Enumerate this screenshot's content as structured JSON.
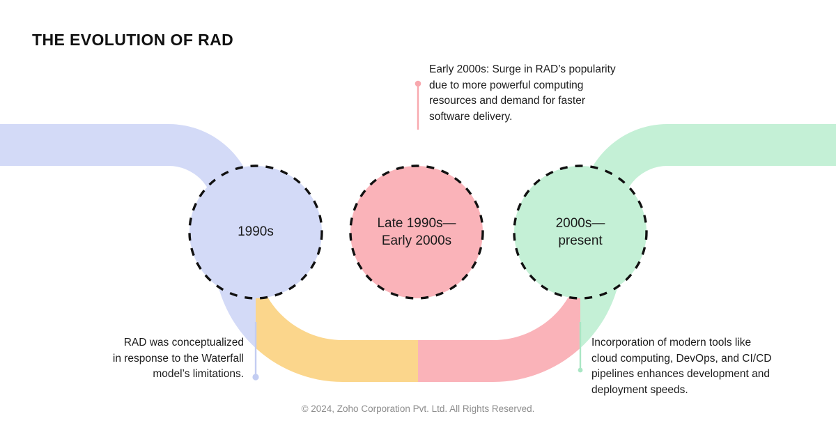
{
  "page": {
    "title": "THE EVOLUTION OF RAD",
    "background": "#ffffff",
    "footer": "© 2024, Zoho Corporation Pvt. Ltd. All Rights Reserved."
  },
  "palette": {
    "periwinkle": "#d3daf7",
    "amber": "#fbd68c",
    "pink": "#fab3b9",
    "mint": "#c4f0d6",
    "outline": "#111111",
    "text": "#1b1b1b",
    "footer_text": "#8d8d8d"
  },
  "timeline": {
    "nodes": [
      {
        "id": "node-1990s",
        "label": "1990s",
        "fill": "#d3daf7"
      },
      {
        "id": "node-late-1990s-early-2000s",
        "label": "Late 1990s—\nEarly 2000s",
        "fill": "#fab3b9"
      },
      {
        "id": "node-2000s-present",
        "label": "2000s—\npresent",
        "fill": "#c4f0d6"
      }
    ],
    "segments": [
      {
        "id": "segment-1",
        "color": "#d3daf7"
      },
      {
        "id": "segment-2",
        "color": "#fbd68c"
      },
      {
        "id": "segment-3",
        "color": "#fab3b9"
      },
      {
        "id": "segment-4",
        "color": "#c4f0d6"
      }
    ]
  },
  "annotations": [
    {
      "id": "annotation-early-2000s",
      "text": "Early 2000s: Surge in RAD’s popularity\ndue to more powerful computing\nresources and demand for faster\nsoftware delivery.",
      "align": "left",
      "connector_color": "#f8a8ae"
    },
    {
      "id": "annotation-rad-conceptualized",
      "text": "RAD was conceptualized\nin response to the Waterfall\nmodel’s limitations.",
      "align": "right",
      "connector_color": "#c3cdf2"
    },
    {
      "id": "annotation-modern-tools",
      "text": "Incorporation of modern tools like\ncloud computing, DevOps, and CI/CD\npipelines enhances development and\ndeployment speeds.",
      "align": "left",
      "connector_color": "#a9e6c4"
    }
  ]
}
